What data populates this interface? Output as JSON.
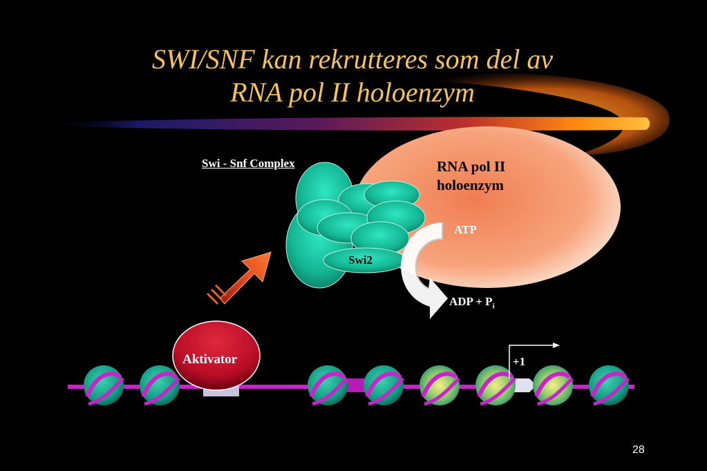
{
  "slide": {
    "title_line1": "SWI/SNF kan rekrutteres som del av",
    "title_line2": "RNA pol II holoenzym",
    "page_number": "28"
  },
  "diagram": {
    "complex_label": "Swi - Snf Complex",
    "rna_pol_line1": "RNA pol II",
    "rna_pol_line2": "holoenzym",
    "atp_label": "ATP",
    "adp_label_main": "ADP + P",
    "adp_label_sub": "i",
    "swi2_label": "Swi2",
    "aktivator_label": "Aktivator",
    "transcription_start_label": "+1"
  },
  "colors": {
    "title": "#f6c25e",
    "complex_subunits": "#16c7a4",
    "rna_pol": "#f59a6c",
    "aktivator": "#b50b25",
    "dna_strand": "#cc22cc",
    "nucleosome": "#19a58d",
    "recruitment_arrow": "#e8452a"
  }
}
